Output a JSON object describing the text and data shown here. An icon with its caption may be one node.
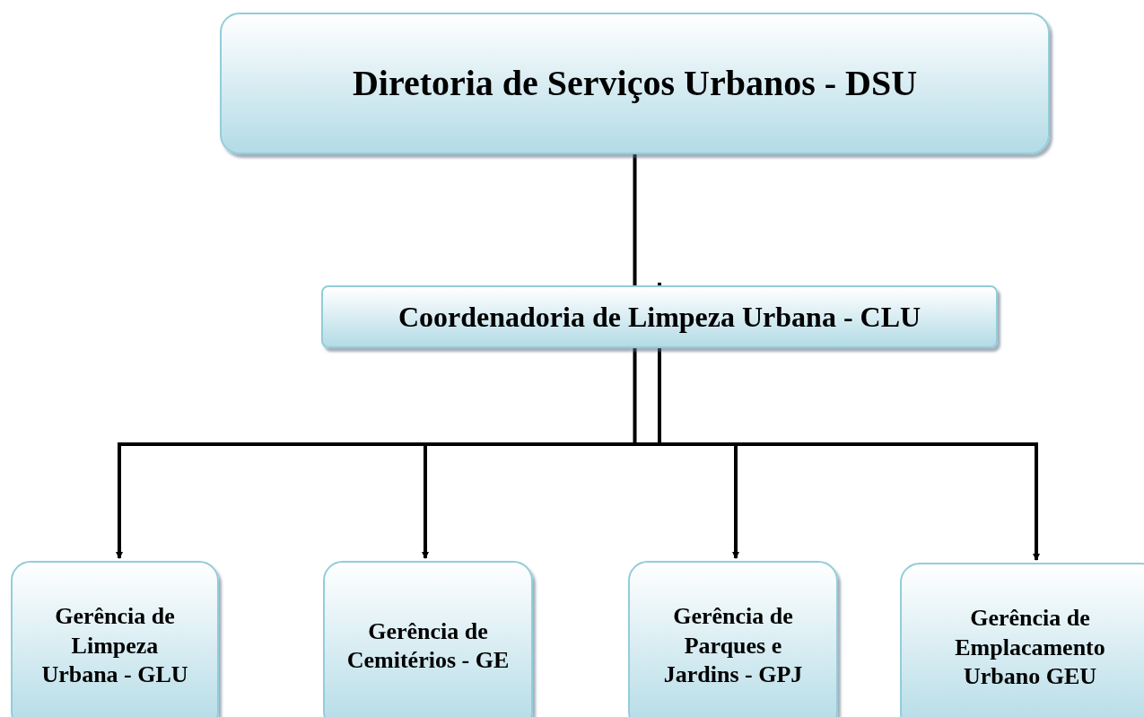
{
  "diagram": {
    "nodes": [
      {
        "text": [
          "Diretoria de Serviços Urbanos - DSU"
        ]
      },
      {
        "text": [
          "Coordenadoria de Limpeza Urbana - CLU"
        ]
      },
      {
        "text": [
          "Gerência de Limpeza Urbana - GLU"
        ]
      },
      {
        "text": [
          "Gerência de Cemitérios - GE"
        ]
      },
      {
        "text": [
          "Gerência de Parques e Jardins - GPJ"
        ]
      },
      {
        "text": [
          "Gerência de Emplacamento Urbano GEU"
        ]
      }
    ],
    "edges": [
      {
        "from": 0,
        "to": 1,
        "arrow": "none"
      },
      {
        "from": 1,
        "to": 2,
        "arrow": "to"
      },
      {
        "from": 1,
        "to": 3,
        "arrow": "to"
      },
      {
        "from": 1,
        "to": 4,
        "arrow": "to"
      },
      {
        "from": 1,
        "to": 5,
        "arrow": "to"
      }
    ]
  }
}
